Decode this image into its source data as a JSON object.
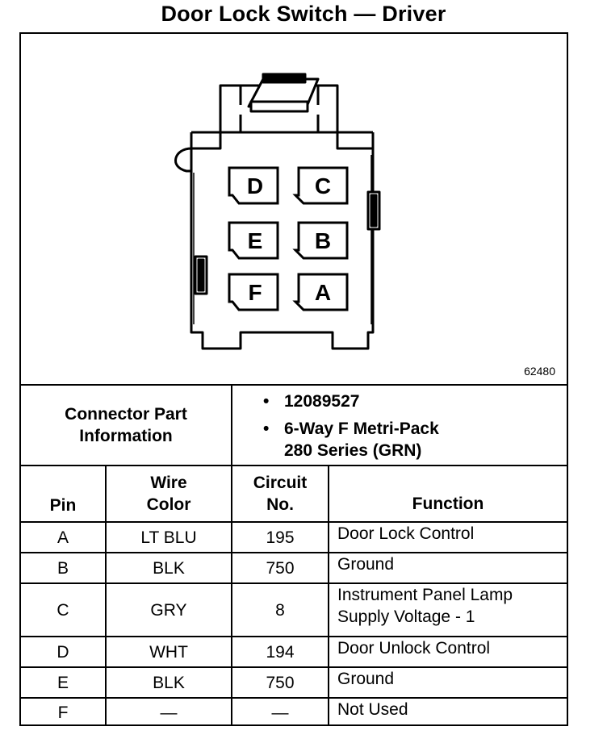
{
  "title": "Door Lock Switch — Driver",
  "figure_number": "62480",
  "connector_pins": {
    "D": "D",
    "C": "C",
    "E": "E",
    "B": "B",
    "F": "F",
    "A": "A"
  },
  "connector_info": {
    "label_line1": "Connector Part",
    "label_line2": "Information",
    "bullet": "•",
    "part_number": "12089527",
    "type_line1": "6-Way F Metri-Pack",
    "type_line2": "280 Series (GRN)"
  },
  "table": {
    "headers": {
      "pin": "Pin",
      "wire_line1": "Wire",
      "wire_line2": "Color",
      "circuit_line1": "Circuit",
      "circuit_line2": "No.",
      "function": "Function"
    },
    "rows": [
      {
        "pin": "A",
        "wire": "LT BLU",
        "circuit": "195",
        "function1": "Door Lock Control",
        "function2": ""
      },
      {
        "pin": "B",
        "wire": "BLK",
        "circuit": "750",
        "function1": "Ground",
        "function2": ""
      },
      {
        "pin": "C",
        "wire": "GRY",
        "circuit": "8",
        "function1": "Instrument Panel Lamp",
        "function2": "Supply Voltage - 1"
      },
      {
        "pin": "D",
        "wire": "WHT",
        "circuit": "194",
        "function1": "Door Unlock Control",
        "function2": ""
      },
      {
        "pin": "E",
        "wire": "BLK",
        "circuit": "750",
        "function1": "Ground",
        "function2": ""
      },
      {
        "pin": "F",
        "wire": "—",
        "circuit": "—",
        "function1": "Not Used",
        "function2": ""
      }
    ]
  }
}
